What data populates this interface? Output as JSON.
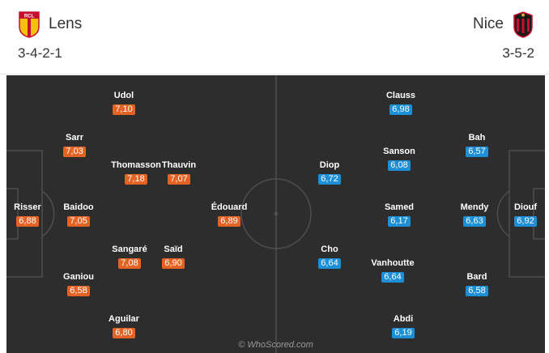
{
  "home": {
    "name": "Lens",
    "formation": "3-4-2-1",
    "crest_icon": "lens-crest-icon",
    "color": "#e46324",
    "players": [
      {
        "name": "Risser",
        "rating": "6,88"
      },
      {
        "name": "Udol",
        "rating": "7,10"
      },
      {
        "name": "Sarr",
        "rating": "7,03"
      },
      {
        "name": "Baidoo",
        "rating": "7,05"
      },
      {
        "name": "Ganiou",
        "rating": "6,58"
      },
      {
        "name": "Aguilar",
        "rating": "6,80"
      },
      {
        "name": "Thomasson",
        "rating": "7,18"
      },
      {
        "name": "Sangaré",
        "rating": "7,08"
      },
      {
        "name": "Thauvin",
        "rating": "7,07"
      },
      {
        "name": "Saïd",
        "rating": "6,90"
      },
      {
        "name": "Édouard",
        "rating": "6,89"
      }
    ]
  },
  "away": {
    "name": "Nice",
    "formation": "3-5-2",
    "crest_icon": "nice-crest-icon",
    "color": "#1d8fd6",
    "players": [
      {
        "name": "Diouf",
        "rating": "6,92"
      },
      {
        "name": "Bah",
        "rating": "6,57"
      },
      {
        "name": "Mendy",
        "rating": "6,63"
      },
      {
        "name": "Bard",
        "rating": "6,58"
      },
      {
        "name": "Clauss",
        "rating": "6,98"
      },
      {
        "name": "Sanson",
        "rating": "6,08"
      },
      {
        "name": "Samed",
        "rating": "6,17"
      },
      {
        "name": "Vanhoutte",
        "rating": "6,64"
      },
      {
        "name": "Abdi",
        "rating": "6,19"
      },
      {
        "name": "Diop",
        "rating": "6,72"
      },
      {
        "name": "Cho",
        "rating": "6,64"
      }
    ]
  },
  "pitch_color": "#2d2d2d",
  "watermark": "© WhoScored.com"
}
